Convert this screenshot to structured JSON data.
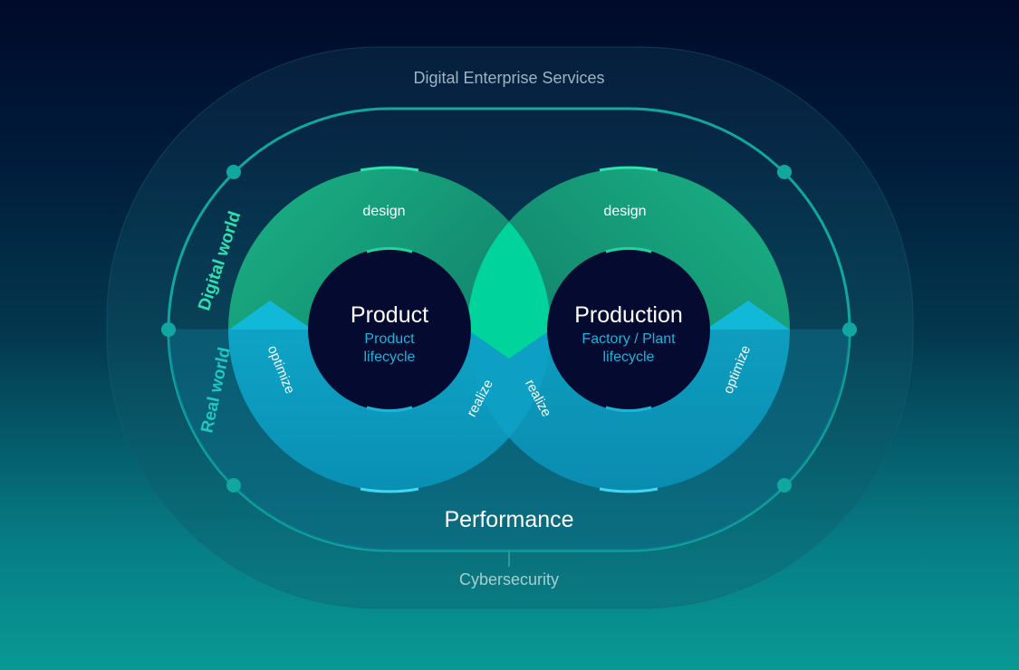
{
  "diagram": {
    "outer_label": "Digital Enterprise Services",
    "bottom_label": "Cybersecurity",
    "performance_label": "Performance",
    "side_labels": {
      "digital": "Digital world",
      "real": "Real world"
    },
    "left_loop": {
      "title": "Product",
      "subtitle_line1": "Product",
      "subtitle_line2": "lifecycle",
      "design": "design",
      "optimize": "optimize",
      "realize": "realize"
    },
    "right_loop": {
      "title": "Production",
      "subtitle_line1": "Factory / Plant",
      "subtitle_line2": "lifecycle",
      "design": "design",
      "optimize": "optimize",
      "realize": "realize"
    },
    "colors": {
      "background_top": "#000a2a",
      "background_bottom": "#089993",
      "digital_green": "#1fd6a0",
      "real_blue": "#1ab5d8",
      "accent": "#2fe0b0",
      "core": "#050a30"
    }
  }
}
